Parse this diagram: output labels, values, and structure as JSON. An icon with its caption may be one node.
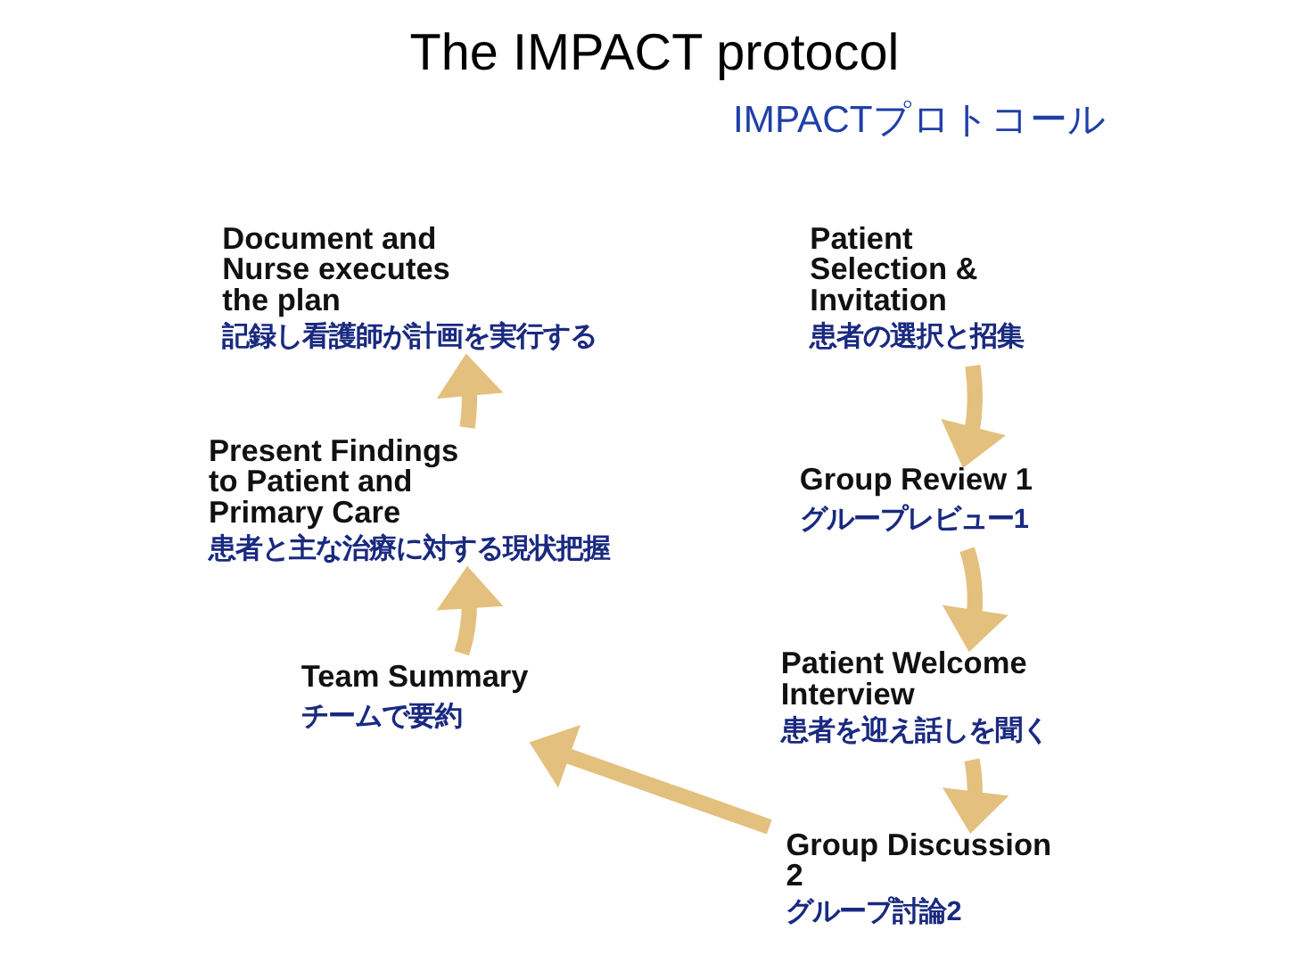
{
  "diagram": {
    "title": "The IMPACT protocol",
    "nodes": [
      {
        "text": [
          "Patient Selection & Invitation",
          "患者の選択と招集"
        ]
      },
      {
        "text": [
          "Group Review 1",
          "グループレビュー1"
        ]
      },
      {
        "text": [
          "Patient Welcome Interview",
          "患者を迎え話しを聞く"
        ]
      },
      {
        "text": [
          "Group Discussion 2",
          "グループ討論2"
        ]
      },
      {
        "text": [
          "Team Summary",
          "チームで要約"
        ]
      },
      {
        "text": [
          "Present Findings to Patient and Primary Care",
          "患者と主な治療に対する現状把握"
        ]
      },
      {
        "text": [
          "Document and Nurse executes the plan",
          "記録し看護師が計画を実行する"
        ]
      }
    ],
    "edges": [
      {
        "from": 0,
        "to": 1,
        "arrow": "to"
      },
      {
        "from": 1,
        "to": 2,
        "arrow": "to"
      },
      {
        "from": 2,
        "to": 3,
        "arrow": "to"
      },
      {
        "from": 3,
        "to": 4,
        "arrow": "to"
      },
      {
        "from": 4,
        "to": 5,
        "arrow": "to"
      },
      {
        "from": 5,
        "to": 6,
        "arrow": "to"
      }
    ],
    "labels": [
      "IMPACTプロトコール"
    ]
  }
}
